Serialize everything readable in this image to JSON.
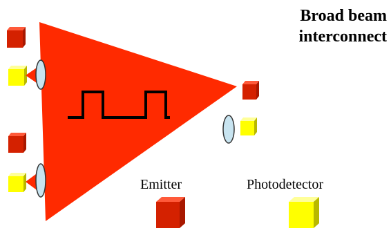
{
  "title": {
    "line1": "Broad beam",
    "line2": "interconnect"
  },
  "legend": {
    "emitter_label": "Emitter",
    "photodetector_label": "Photodetector"
  },
  "colors": {
    "beam": "#ff2a00",
    "emitter": "#d42100",
    "photodetector": "#ffff00",
    "lens": "#c8e4f0",
    "signal": "#000000",
    "background": "#ffffff"
  }
}
